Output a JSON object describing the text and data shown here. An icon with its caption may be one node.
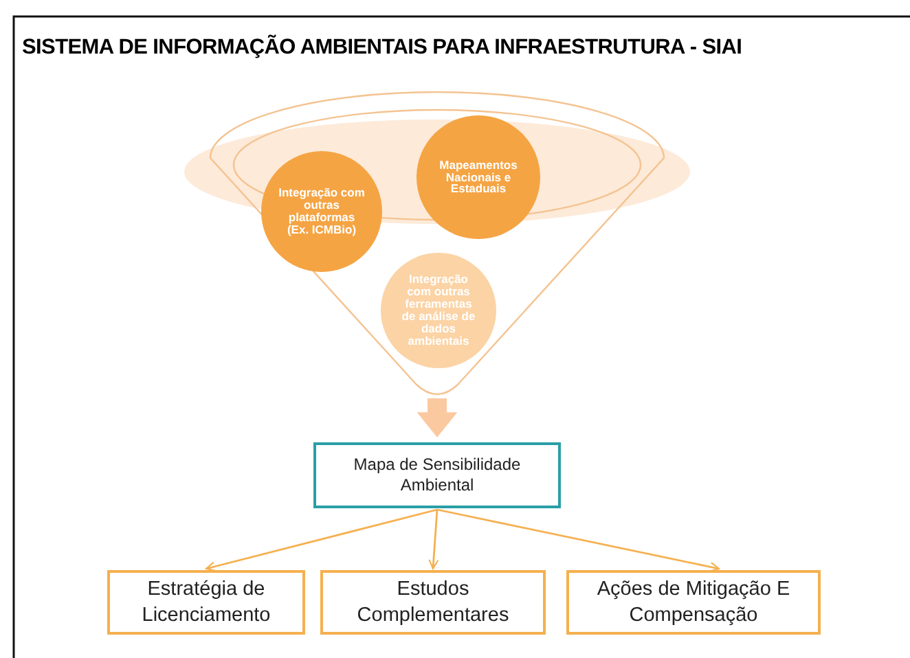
{
  "diagram": {
    "title": "SISTEMA DE INFORMAÇÃO AMBIENTAIS PARA INFRAESTRUTURA - SIAI",
    "nodes": [
      {
        "text": [],
        "shape": "funnel"
      },
      {
        "text": [
          "Integração com outras plataformas (Ex. ICMBio)"
        ],
        "in": 0
      },
      {
        "text": [
          "Mapeamentos Nacionais e Estaduais"
        ],
        "in": 0
      },
      {
        "text": [
          "Integração com outras ferramentas de análise de dados ambientais"
        ],
        "in": 0
      },
      {
        "text": [
          "Mapa de Sensibilidade Ambiental"
        ]
      },
      {
        "text": [
          "Estratégia de Licenciamento"
        ]
      },
      {
        "text": [
          "Estudos Complementares"
        ]
      },
      {
        "text": [
          "Ações de Mitigação E Compensação"
        ]
      }
    ],
    "edges": [
      {
        "from": 0,
        "to": 4,
        "arrow": "to",
        "style": "thick",
        "color": "#fbc9a0"
      },
      {
        "from": 4,
        "to": 5,
        "arrow": "to"
      },
      {
        "from": 4,
        "to": 6,
        "arrow": "to"
      },
      {
        "from": 4,
        "to": 7,
        "arrow": "to"
      }
    ]
  }
}
